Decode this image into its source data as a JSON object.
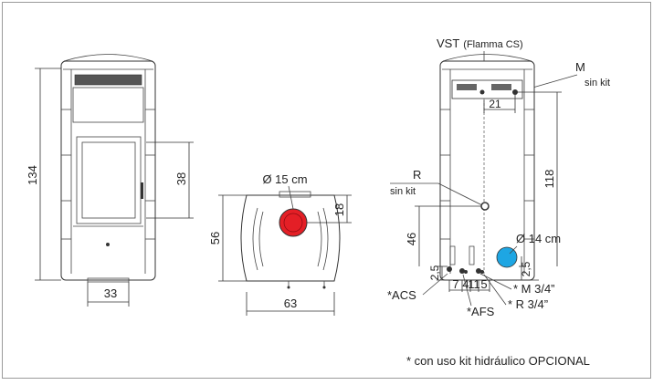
{
  "colors": {
    "hot_pipe": "#e41f26",
    "cold_pipe": "#1ea6e3",
    "frame": "#9a9a9a"
  },
  "front": {
    "height": "134",
    "door": "38",
    "base": "33"
  },
  "top": {
    "flue": "Ø 15 cm",
    "depth": "56",
    "offset": "18",
    "width": "63"
  },
  "rear": {
    "vst": "VST",
    "vst_note": "(Flamma CS)",
    "m": "M",
    "m_note": "sin kit",
    "d21": "21",
    "d118": "118",
    "r": "R",
    "r_note": "sin kit",
    "d46": "46",
    "pipe": "Ø 14 cm",
    "d25_left": "2,5",
    "d25_right": "2,5",
    "d7": "7",
    "d4": "4",
    "d11": "11",
    "d5": "5",
    "acs": "*ACS",
    "afs": "*AFS",
    "m34": "* M 3/4”",
    "r34": "* R 3/4”"
  },
  "footnote": "* con uso kit hidráulico OPCIONAL"
}
